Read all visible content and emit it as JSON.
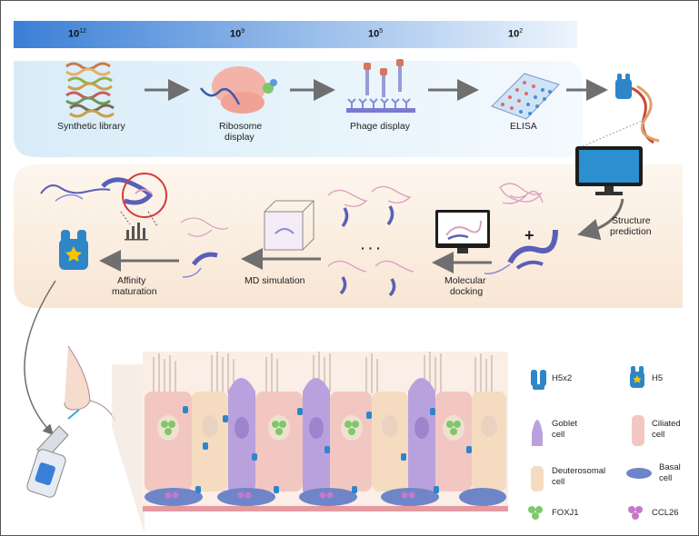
{
  "scale_bar": [
    {
      "base": "10",
      "exp": "12"
    },
    {
      "base": "10",
      "exp": "9"
    },
    {
      "base": "10",
      "exp": "5"
    },
    {
      "base": "10",
      "exp": "2"
    }
  ],
  "steps_top": {
    "synthetic_library": "Synthetic library",
    "ribosome_display_1": "Ribosome",
    "ribosome_display_2": "display",
    "phage_display": "Phage display",
    "elisa": "ELISA"
  },
  "steps_mid": {
    "structure_prediction_1": "Structure",
    "structure_prediction_2": "prediction",
    "molecular_docking_1": "Molecular",
    "molecular_docking_2": "docking",
    "md_simulation": "MD simulation",
    "affinity_maturation_1": "Affinity",
    "affinity_maturation_2": "maturation",
    "plus": "+",
    "ellipsis": "· · ·"
  },
  "legend": {
    "h5x2": "H5x2",
    "h5": "H5",
    "goblet_1": "Goblet",
    "goblet_2": "cell",
    "ciliated_1": "Ciliated",
    "ciliated_2": "cell",
    "deuterosomal_1": "Deuterosomal",
    "deuterosomal_2": "cell",
    "basal_1": "Basal",
    "basal_2": "cell",
    "foxj1": "FOXJ1",
    "ccl26": "CCL26"
  },
  "colors": {
    "scale_dark": "#3a7fd6",
    "scale_light": "#e8f2fc",
    "band_top": "#e6f3fb",
    "band_mid": "#fbefe2",
    "arrow": "#7a7a7a",
    "antibody": "#2e86c8",
    "goblet": "#b9a1de",
    "ciliated": "#f2c7c2",
    "deuterosomal": "#f5dcc0",
    "basal": "#6e86c8",
    "foxj1": "#7cc96a",
    "ccl26": "#c678c9",
    "protein_pink": "#d9a2c2",
    "protein_blue": "#5a5fb8"
  }
}
